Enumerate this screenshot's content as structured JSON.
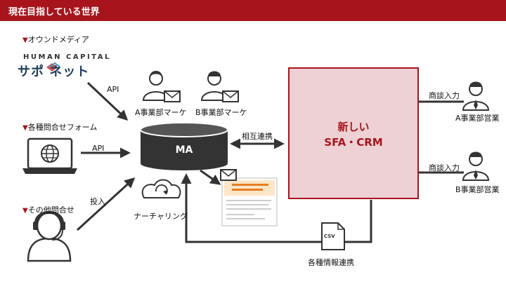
{
  "header": {
    "title": "現在目指している世界"
  },
  "sources": {
    "owned_media": "オウンドメディア",
    "forms": "各種問合せフォーム",
    "other": "その他問合せ"
  },
  "brand": {
    "top": "HUMAN CAPITAL",
    "main": "サポ ネット"
  },
  "arrows": {
    "api1": "API",
    "api2": "API",
    "input": "投入"
  },
  "ma": {
    "label": "MA",
    "nurturing": "ナーチャリング"
  },
  "marketing_users": {
    "a": "A事業部マーケ",
    "b": "B事業部マーケ"
  },
  "link": {
    "mutual": "相互連携",
    "info": "各種情報連携"
  },
  "sfa": {
    "line1": "新しい",
    "line2": "SFA・CRM"
  },
  "sales": {
    "a_input": "商談入力",
    "a_team": "A事業部営業",
    "b_input": "商談入力",
    "b_team": "B事業部営業"
  },
  "csv": {
    "label": "CSV"
  },
  "colors": {
    "accent": "#a8141c",
    "sfa_fill": "#eed1d5",
    "dark": "#333333"
  }
}
